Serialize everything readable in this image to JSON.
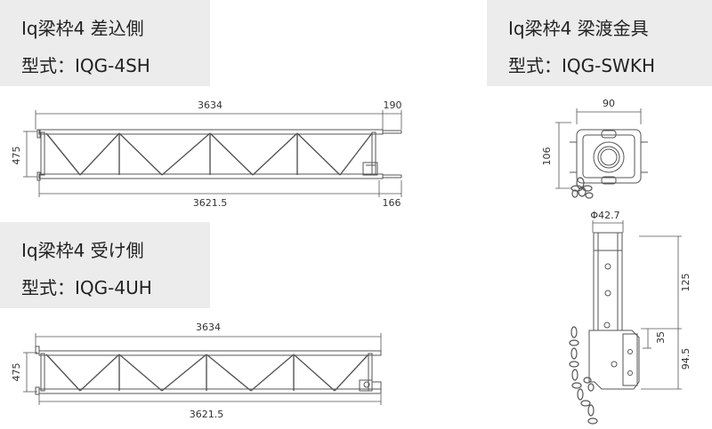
{
  "products": {
    "sashikomi": {
      "name": "Iq梁枠4 差込側",
      "model": "型式：IQG-4SH"
    },
    "uke": {
      "name": "Iq梁枠4 受け側",
      "model": "型式：IQG-4UH"
    },
    "toguchi": {
      "name": "Iq梁枠4 梁渡金具",
      "model": "型式：IQG-SWKH"
    }
  },
  "dimensions": {
    "sh_length": "3634",
    "sh_ext_top": "190",
    "sh_height": "475",
    "sh_inner": "3621.5",
    "sh_ext_bottom": "166",
    "uh_length": "3634",
    "uh_height": "475",
    "uh_inner": "3621.5",
    "wk_width": "90",
    "wk_height": "106",
    "wk_dia": "Φ42.7",
    "wk_h125": "125",
    "wk_h35": "35",
    "wk_h945": "94.5"
  },
  "colors": {
    "line": "#555555",
    "label_bg": "#ececec",
    "text": "#222222"
  }
}
